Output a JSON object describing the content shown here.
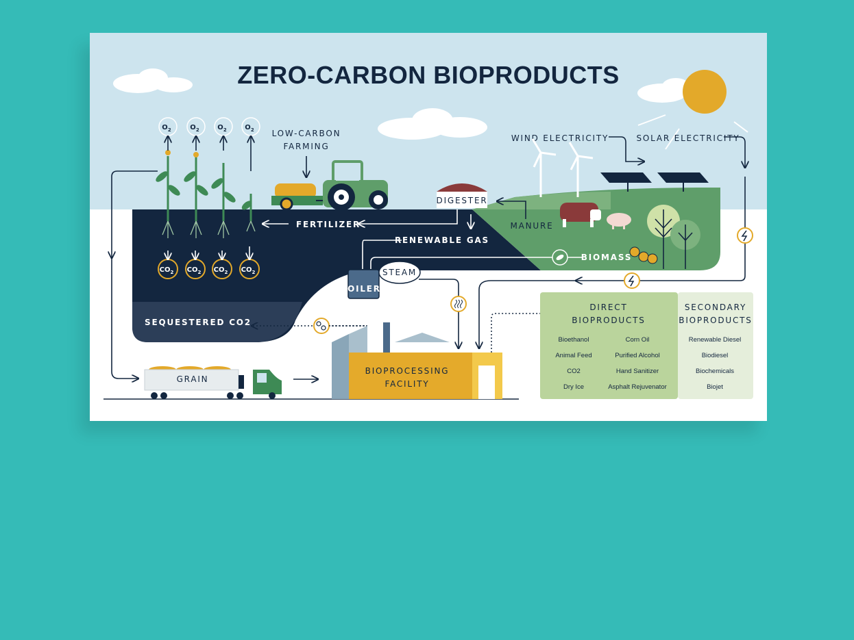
{
  "title": "ZERO-CARBON BIOPRODUCTS",
  "labels": {
    "low_carbon_farming_1": "LOW-CARBON",
    "low_carbon_farming_2": "FARMING",
    "wind_electricity": "WIND ELECTRICITY",
    "solar_electricity": "SOLAR ELECTRICITY",
    "digester": "DIGESTER",
    "fertilizer": "FERTILIZER",
    "renewable_gas": "RENEWABLE GAS",
    "manure": "MANURE",
    "biomass": "BIOMASS",
    "steam": "STEAM",
    "boiler": "BOILER",
    "sequestered_co2": "SEQUESTERED CO2",
    "grain": "GRAIN",
    "facility_1": "BIOPROCESSING",
    "facility_2": "FACILITY",
    "o2": "O",
    "co2": "CO",
    "sub2": "2"
  },
  "direct_bioproducts": {
    "heading_1": "DIRECT",
    "heading_2": "BIOPRODUCTS",
    "col1": [
      "Bioethanol",
      "Animal Feed",
      "CO2",
      "Dry Ice"
    ],
    "col2": [
      "Corn Oil",
      "Purified Alcohol",
      "Hand Sanitizer",
      "Asphalt Rejuvenator"
    ]
  },
  "secondary_bioproducts": {
    "heading_1": "SECONDARY",
    "heading_2": "BIOPRODUCTS",
    "items": [
      "Renewable Diesel",
      "Biodiesel",
      "Biochemicals",
      "Biojet"
    ]
  },
  "colors": {
    "background": "#35bbb7",
    "sky": "#cde4ee",
    "soil": "#13263f",
    "field": "#5f9e6a",
    "facility": "#e4aa2b",
    "direct_panel": "#bad49c",
    "secondary_panel": "#e5eedb"
  }
}
